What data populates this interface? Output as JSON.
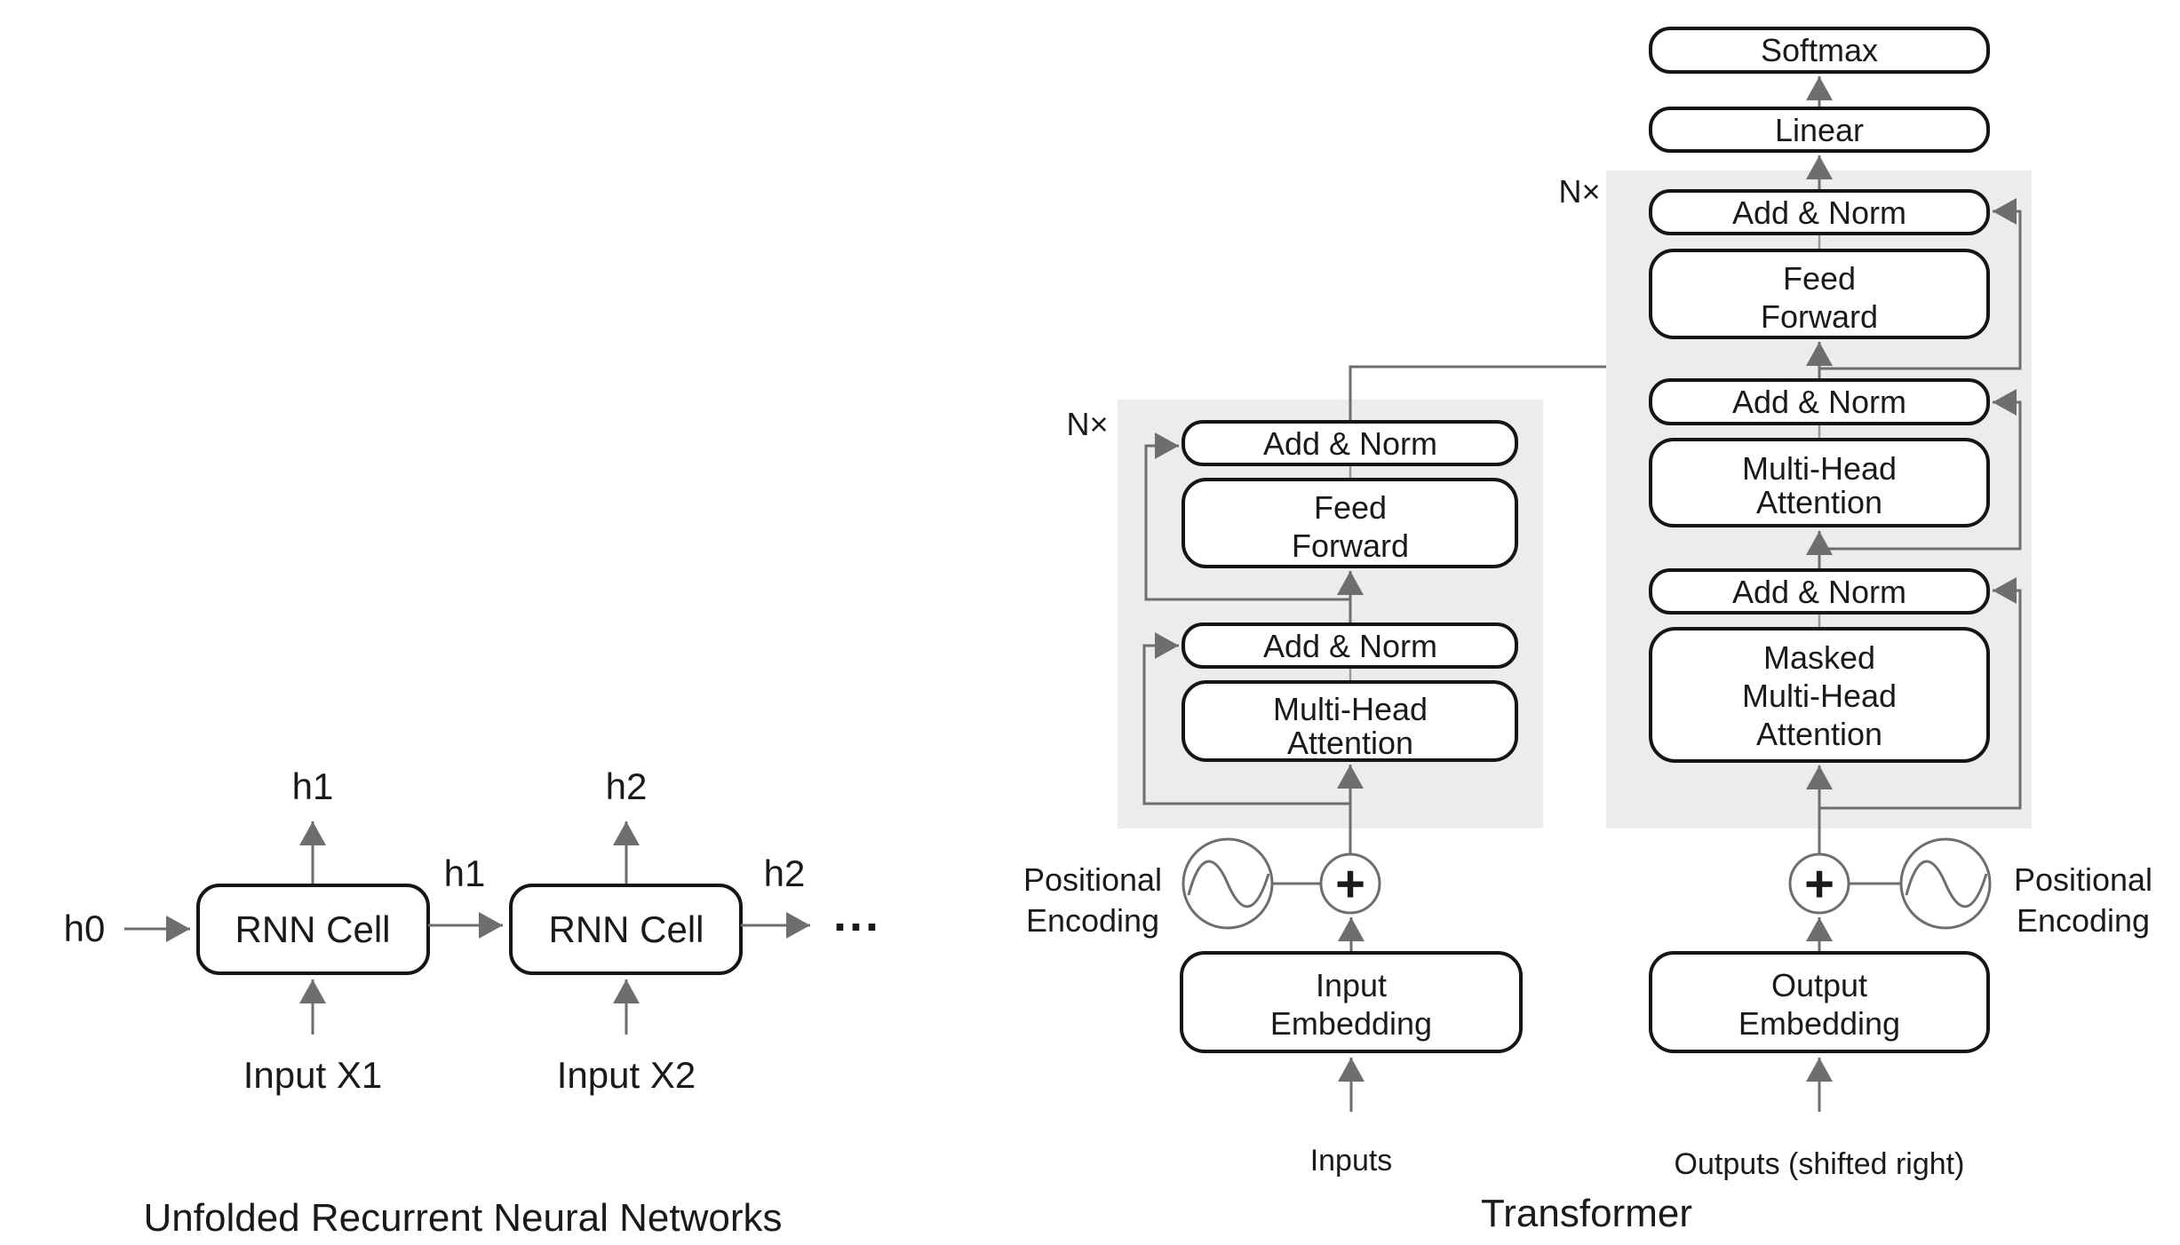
{
  "colors": {
    "line": "#6e6e6e",
    "panel": "#ececec",
    "box_border": "#151515",
    "text": "#1a1a1a",
    "background": "#ffffff"
  },
  "rnn": {
    "title": "Unfolded Recurrent Neural Networks",
    "h0": "h0",
    "h1_top": "h1",
    "h1_between": "h1",
    "h2_top": "h2",
    "h2_out": "h2",
    "cell_1": "RNN Cell",
    "cell_2": "RNN Cell",
    "input_1": "Input X1",
    "input_2": "Input X2",
    "ellipsis": "..."
  },
  "transformer": {
    "title": "Transformer",
    "encoder": {
      "n_label": "N×",
      "add_norm_1": "Add & Norm",
      "feed_forward_1": "Feed",
      "feed_forward_2": "Forward",
      "add_norm_2": "Add & Norm",
      "attention_1": "Multi-Head",
      "attention_2": "Attention",
      "plus": "+",
      "pos_enc_1": "Positional",
      "pos_enc_2": "Encoding",
      "embedding_1": "Input",
      "embedding_2": "Embedding",
      "inputs": "Inputs"
    },
    "decoder": {
      "n_label": "N×",
      "softmax": "Softmax",
      "linear": "Linear",
      "add_norm_1": "Add & Norm",
      "feed_forward_1": "Feed",
      "feed_forward_2": "Forward",
      "add_norm_2": "Add & Norm",
      "attention_1": "Multi-Head",
      "attention_2": "Attention",
      "add_norm_3": "Add & Norm",
      "masked_attention_1": "Masked",
      "masked_attention_2": "Multi-Head",
      "masked_attention_3": "Attention",
      "plus": "+",
      "pos_enc_1": "Positional",
      "pos_enc_2": "Encoding",
      "embedding_1": "Output",
      "embedding_2": "Embedding",
      "outputs": "Outputs (shifted right)"
    }
  }
}
